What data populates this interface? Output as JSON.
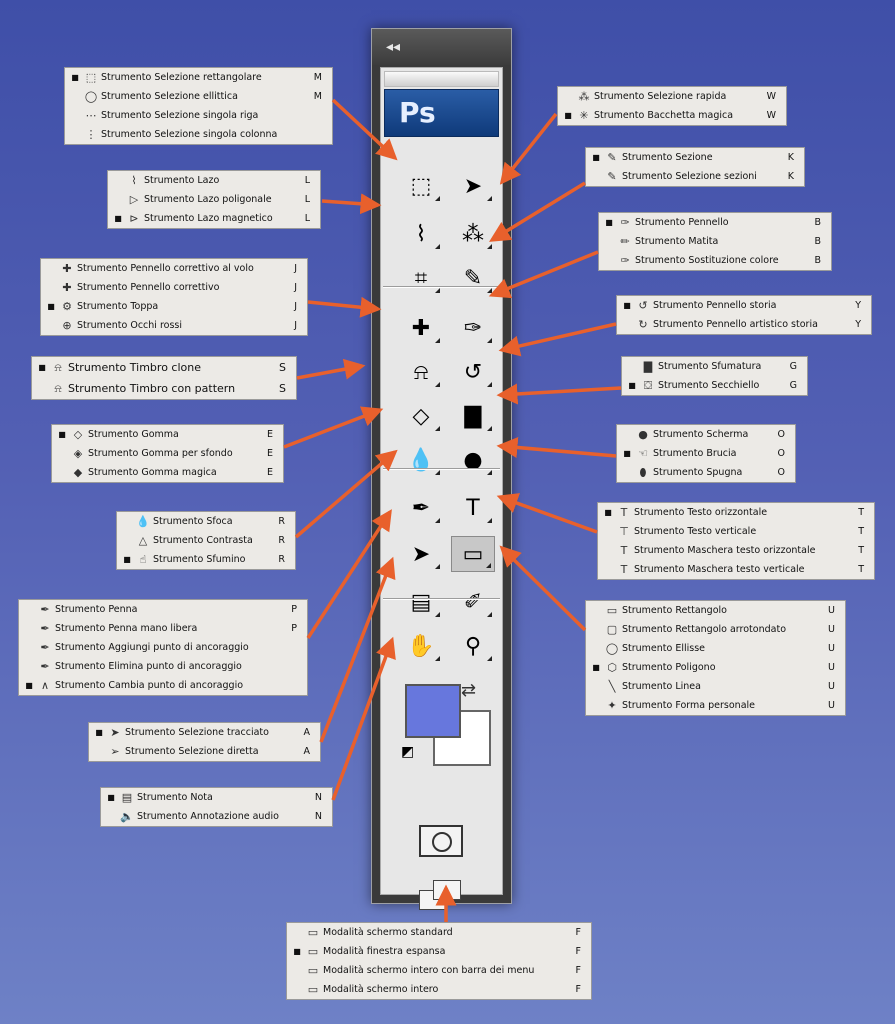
{
  "toolbox": {
    "collapse_label": "◂◂",
    "logo": "Ps",
    "tools": [
      {
        "name": "rect-marquee-tool",
        "glyph": "⬚"
      },
      {
        "name": "move-tool",
        "glyph": "➤"
      },
      {
        "name": "lasso-tool",
        "glyph": "⌇"
      },
      {
        "name": "quick-selection-tool",
        "glyph": "⁂"
      },
      {
        "name": "crop-tool",
        "glyph": "⌗"
      },
      {
        "name": "slice-tool",
        "glyph": "✎"
      },
      {
        "name": "healing-brush-tool",
        "glyph": "✚"
      },
      {
        "name": "brush-tool",
        "glyph": "✑"
      },
      {
        "name": "clone-stamp-tool",
        "glyph": "⍾"
      },
      {
        "name": "history-brush-tool",
        "glyph": "↺"
      },
      {
        "name": "eraser-tool",
        "glyph": "◇"
      },
      {
        "name": "gradient-tool",
        "glyph": "▇"
      },
      {
        "name": "blur-tool",
        "glyph": "💧"
      },
      {
        "name": "dodge-tool",
        "glyph": "●"
      },
      {
        "name": "pen-tool",
        "glyph": "✒"
      },
      {
        "name": "type-tool",
        "glyph": "T"
      },
      {
        "name": "path-selection-tool",
        "glyph": "➤"
      },
      {
        "name": "shape-tool",
        "glyph": "▭"
      },
      {
        "name": "notes-tool",
        "glyph": "▤"
      },
      {
        "name": "eyedropper-tool",
        "glyph": "✐"
      },
      {
        "name": "hand-tool",
        "glyph": "✋"
      },
      {
        "name": "zoom-tool",
        "glyph": "⚲"
      }
    ],
    "swap_glyph": "⇄",
    "default_colors_glyph": "◩",
    "foreground_color": "#6777dd",
    "background_color": "#ffffff"
  },
  "callouts": {
    "marquee": [
      {
        "active": true,
        "icon": "⬚",
        "label": "Strumento Selezione rettangolare",
        "key": "M"
      },
      {
        "active": false,
        "icon": "◯",
        "label": "Strumento Selezione ellittica",
        "key": "M"
      },
      {
        "active": false,
        "icon": "⋯",
        "label": "Strumento Selezione singola riga",
        "key": ""
      },
      {
        "active": false,
        "icon": "⋮",
        "label": "Strumento Selezione singola colonna",
        "key": ""
      }
    ],
    "lasso": [
      {
        "active": false,
        "icon": "⌇",
        "label": "Strumento Lazo",
        "key": "L"
      },
      {
        "active": false,
        "icon": "▷",
        "label": "Strumento Lazo poligonale",
        "key": "L"
      },
      {
        "active": true,
        "icon": "⊳",
        "label": "Strumento Lazo magnetico",
        "key": "L"
      }
    ],
    "healing": [
      {
        "active": false,
        "icon": "✚",
        "label": "Strumento Pennello correttivo al volo",
        "key": "J"
      },
      {
        "active": false,
        "icon": "✚",
        "label": "Strumento Pennello correttivo",
        "key": "J"
      },
      {
        "active": true,
        "icon": "⚙",
        "label": "Strumento Toppa",
        "key": "J"
      },
      {
        "active": false,
        "icon": "⊕",
        "label": "Strumento Occhi rossi",
        "key": "J"
      }
    ],
    "stamp": [
      {
        "active": true,
        "icon": "⍾",
        "label": "Strumento Timbro clone",
        "key": "S"
      },
      {
        "active": false,
        "icon": "⍾",
        "label": "Strumento Timbro con pattern",
        "key": "S"
      }
    ],
    "eraser": [
      {
        "active": true,
        "icon": "◇",
        "label": "Strumento Gomma",
        "key": "E"
      },
      {
        "active": false,
        "icon": "◈",
        "label": "Strumento Gomma per sfondo",
        "key": "E"
      },
      {
        "active": false,
        "icon": "◆",
        "label": "Strumento Gomma magica",
        "key": "E"
      }
    ],
    "blur": [
      {
        "active": false,
        "icon": "💧",
        "label": "Strumento Sfoca",
        "key": "R"
      },
      {
        "active": false,
        "icon": "△",
        "label": "Strumento Contrasta",
        "key": "R"
      },
      {
        "active": true,
        "icon": "☝",
        "label": "Strumento Sfumino",
        "key": "R"
      }
    ],
    "pen": [
      {
        "active": false,
        "icon": "✒",
        "label": "Strumento Penna",
        "key": "P"
      },
      {
        "active": false,
        "icon": "✒",
        "label": "Strumento Penna mano libera",
        "key": "P"
      },
      {
        "active": false,
        "icon": "✒",
        "label": "Strumento Aggiungi punto di ancoraggio",
        "key": ""
      },
      {
        "active": false,
        "icon": "✒",
        "label": "Strumento Elimina punto di ancoraggio",
        "key": ""
      },
      {
        "active": true,
        "icon": "∧",
        "label": "Strumento Cambia punto di ancoraggio",
        "key": ""
      }
    ],
    "path_select": [
      {
        "active": true,
        "icon": "➤",
        "label": "Strumento Selezione tracciato",
        "key": "A"
      },
      {
        "active": false,
        "icon": "➢",
        "label": "Strumento Selezione diretta",
        "key": "A"
      }
    ],
    "notes": [
      {
        "active": true,
        "icon": "▤",
        "label": "Strumento Nota",
        "key": "N"
      },
      {
        "active": false,
        "icon": "🔈",
        "label": "Strumento Annotazione audio",
        "key": "N"
      }
    ],
    "quick_select": [
      {
        "active": false,
        "icon": "⁂",
        "label": "Strumento Selezione rapida",
        "key": "W"
      },
      {
        "active": true,
        "icon": "✳",
        "label": "Strumento Bacchetta magica",
        "key": "W"
      }
    ],
    "slice": [
      {
        "active": true,
        "icon": "✎",
        "label": "Strumento Sezione",
        "key": "K"
      },
      {
        "active": false,
        "icon": "✎",
        "label": "Strumento Selezione sezioni",
        "key": "K"
      }
    ],
    "brush": [
      {
        "active": true,
        "icon": "✑",
        "label": "Strumento Pennello",
        "key": "B"
      },
      {
        "active": false,
        "icon": "✏",
        "label": "Strumento Matita",
        "key": "B"
      },
      {
        "active": false,
        "icon": "✑",
        "label": "Strumento Sostituzione colore",
        "key": "B"
      }
    ],
    "history": [
      {
        "active": true,
        "icon": "↺",
        "label": "Strumento Pennello storia",
        "key": "Y"
      },
      {
        "active": false,
        "icon": "↻",
        "label": "Strumento Pennello artistico storia",
        "key": "Y"
      }
    ],
    "gradient": [
      {
        "active": false,
        "icon": "▇",
        "label": "Strumento Sfumatura",
        "key": "G"
      },
      {
        "active": true,
        "icon": "⛋",
        "label": "Strumento Secchiello",
        "key": "G"
      }
    ],
    "dodge": [
      {
        "active": false,
        "icon": "●",
        "label": "Strumento Scherma",
        "key": "O"
      },
      {
        "active": true,
        "icon": "☜",
        "label": "Strumento Brucia",
        "key": "O"
      },
      {
        "active": false,
        "icon": "⬮",
        "label": "Strumento Spugna",
        "key": "O"
      }
    ],
    "type": [
      {
        "active": true,
        "icon": "T",
        "label": "Strumento Testo orizzontale",
        "key": "T"
      },
      {
        "active": false,
        "icon": "⊤",
        "label": "Strumento Testo verticale",
        "key": "T"
      },
      {
        "active": false,
        "icon": "T",
        "label": "Strumento Maschera testo orizzontale",
        "key": "T"
      },
      {
        "active": false,
        "icon": "T",
        "label": "Strumento Maschera testo verticale",
        "key": "T"
      }
    ],
    "shape": [
      {
        "active": false,
        "icon": "▭",
        "label": "Strumento Rettangolo",
        "key": "U"
      },
      {
        "active": false,
        "icon": "▢",
        "label": "Strumento Rettangolo arrotondato",
        "key": "U"
      },
      {
        "active": false,
        "icon": "◯",
        "label": "Strumento Ellisse",
        "key": "U"
      },
      {
        "active": true,
        "icon": "⬡",
        "label": "Strumento Poligono",
        "key": "U"
      },
      {
        "active": false,
        "icon": "╲",
        "label": "Strumento Linea",
        "key": "U"
      },
      {
        "active": false,
        "icon": "✦",
        "label": "Strumento Forma personale",
        "key": "U"
      }
    ],
    "screen_mode": [
      {
        "active": false,
        "icon": "▭",
        "label": "Modalità schermo standard",
        "key": "F"
      },
      {
        "active": true,
        "icon": "▭",
        "label": "Modalità finestra espansa",
        "key": "F"
      },
      {
        "active": false,
        "icon": "▭",
        "label": "Modalità schermo intero con barra dei menu",
        "key": "F"
      },
      {
        "active": false,
        "icon": "▭",
        "label": "Modalità schermo intero",
        "key": "F"
      }
    ]
  },
  "colors": {
    "arrow": "#e8602c",
    "toolbox_bg": "#e7e7e7"
  }
}
